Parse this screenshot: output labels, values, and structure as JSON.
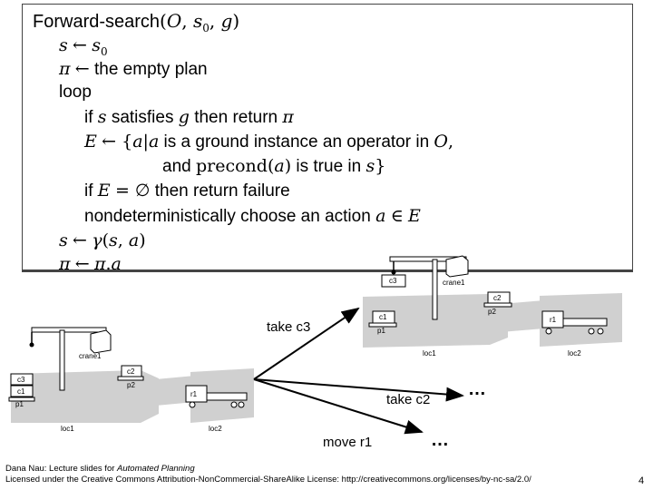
{
  "algorithm": {
    "name": "Forward-search",
    "args": "(O, s0, g)",
    "lines": [
      "s ← s0",
      "π ← the empty plan",
      "loop",
      "if s satisfies g then return π",
      "E ← {a|a is a ground instance an operator in O,",
      "and precond(a) is true in s}",
      "if E = ∅ then return failure",
      "nondeterministically choose an action a ∈ E",
      "s ← γ(s, a)",
      "π ← π.a"
    ]
  },
  "state_left": {
    "labels": {
      "crane": "crane1",
      "c3": "c3",
      "c1": "c1",
      "c2": "c2",
      "p1": "p1",
      "p2": "p2",
      "r1": "r1",
      "loc1": "loc1",
      "loc2": "loc2"
    }
  },
  "state_right": {
    "labels": {
      "c3": "c3",
      "crane": "crane1",
      "c1": "c1",
      "c2": "c2",
      "p1": "p1",
      "p2": "p2",
      "r1": "r1",
      "loc1": "loc1",
      "loc2": "loc2"
    }
  },
  "actions": {
    "take_c3": "take c3",
    "take_c2": "take c2",
    "move_r1": "move r1",
    "ellipsis": "…"
  },
  "footer": {
    "line1_prefix": "Dana Nau: Lecture slides for ",
    "line1_italic": "Automated Planning",
    "line2": "Licensed under the Creative Commons Attribution-NonCommercial-ShareAlike License: http://creativecommons.org/licenses/by-nc-sa/2.0/"
  },
  "page_number": "4"
}
